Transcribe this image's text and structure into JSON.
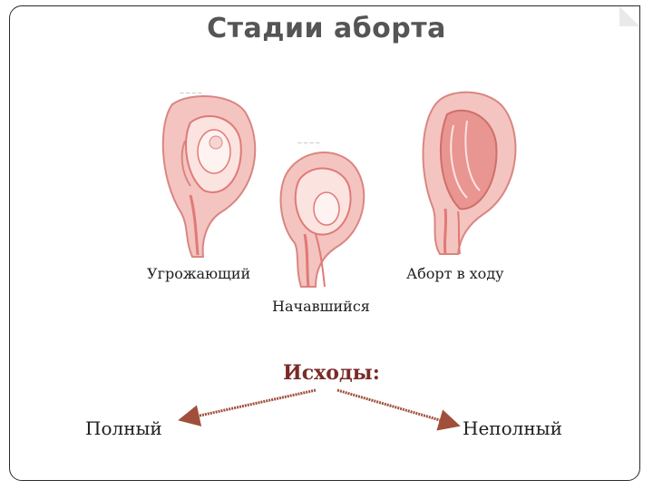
{
  "slide": {
    "title": "Стадии аборта",
    "stages": [
      {
        "label": "Угрожающий"
      },
      {
        "label": "Начавшийся"
      },
      {
        "label": "Аборт в ходу"
      }
    ],
    "outcomes_title": "Исходы:",
    "outcomes": [
      {
        "label": "Полный"
      },
      {
        "label": "Неполный"
      }
    ],
    "colors": {
      "uterus_fill": "#f4c4c0",
      "uterus_stroke": "#d98682",
      "muscle": "#e07a76",
      "outcome_title": "#7a2b27",
      "arrow": "#a0503a"
    }
  }
}
